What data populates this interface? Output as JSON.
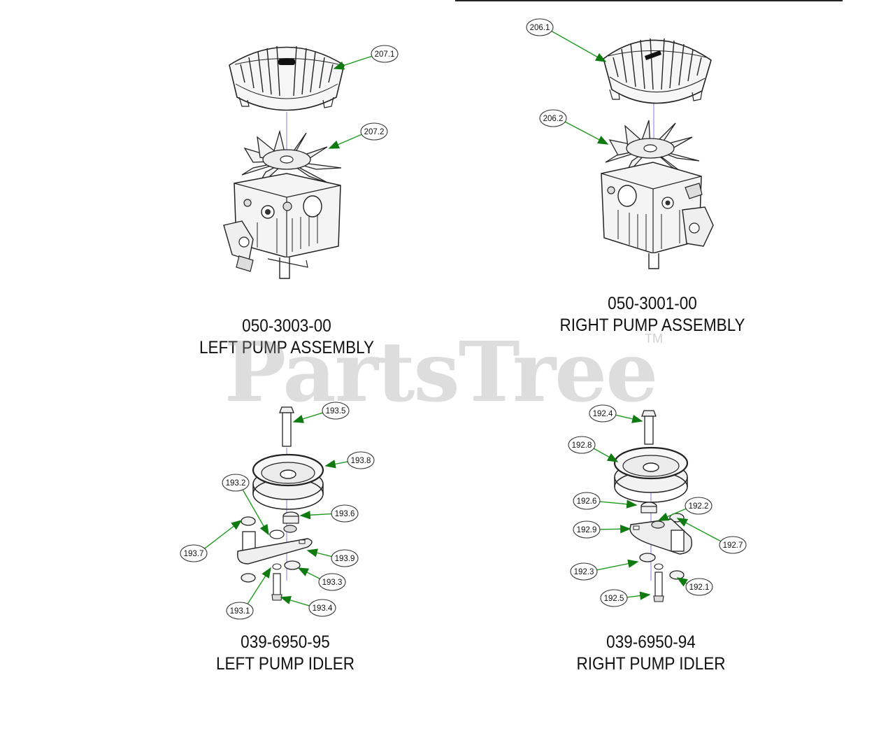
{
  "watermark": {
    "brand": "PartsTree",
    "tm": "TM"
  },
  "colors": {
    "leader": "#1e9a1e",
    "arrowhead": "#0f7a0f",
    "line": "#222222",
    "axis": "#7d7de6",
    "callout_stroke": "#333333"
  },
  "assemblies": [
    {
      "part_number": "050-3003-00",
      "name": "LEFT PUMP ASSEMBLY"
    },
    {
      "part_number": "050-3001-00",
      "name": "RIGHT PUMP ASSEMBLY"
    },
    {
      "part_number": "039-6950-95",
      "name": "LEFT PUMP IDLER"
    },
    {
      "part_number": "039-6950-94",
      "name": "RIGHT PUMP IDLER"
    }
  ],
  "callouts": [
    "207.1",
    "207.2",
    "206.1",
    "206.2",
    "193.5",
    "193.8",
    "193.2",
    "193.6",
    "193.7",
    "193.9",
    "193.3",
    "193.1",
    "193.4",
    "192.4",
    "192.8",
    "192.6",
    "192.2",
    "192.9",
    "192.7",
    "192.3",
    "192.1",
    "192.5"
  ]
}
